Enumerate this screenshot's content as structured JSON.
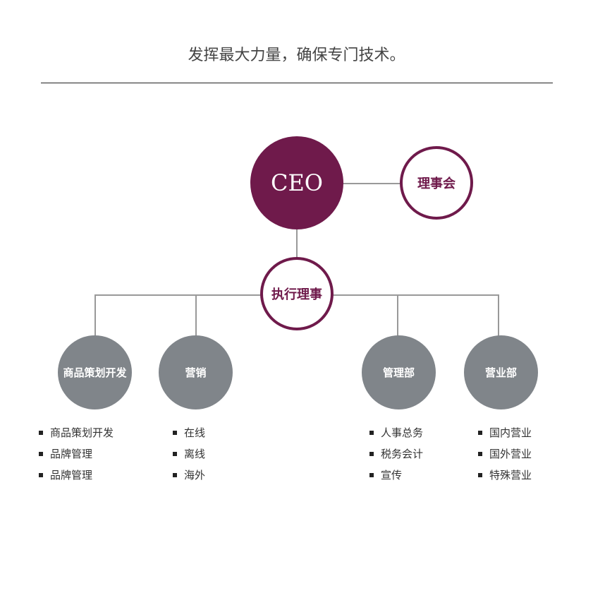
{
  "title": "发挥最大力量，确保专门技术。",
  "ceo": "CEO",
  "board": "理事会",
  "executive": "执行理事",
  "colors": {
    "primary": "#6f1a4b",
    "department": "#80858a",
    "connector": "#999999"
  },
  "departments": [
    {
      "name": "商品策划开发",
      "items": [
        "商品策划开发",
        "品牌管理",
        "品牌管理"
      ]
    },
    {
      "name": "营销",
      "items": [
        "在线",
        "离线",
        "海外"
      ]
    },
    {
      "name": "管理部",
      "items": [
        "人事总务",
        "税务会计",
        "宣传"
      ]
    },
    {
      "name": "营业部",
      "items": [
        "国内营业",
        "国外营业",
        "特殊营业"
      ]
    }
  ]
}
